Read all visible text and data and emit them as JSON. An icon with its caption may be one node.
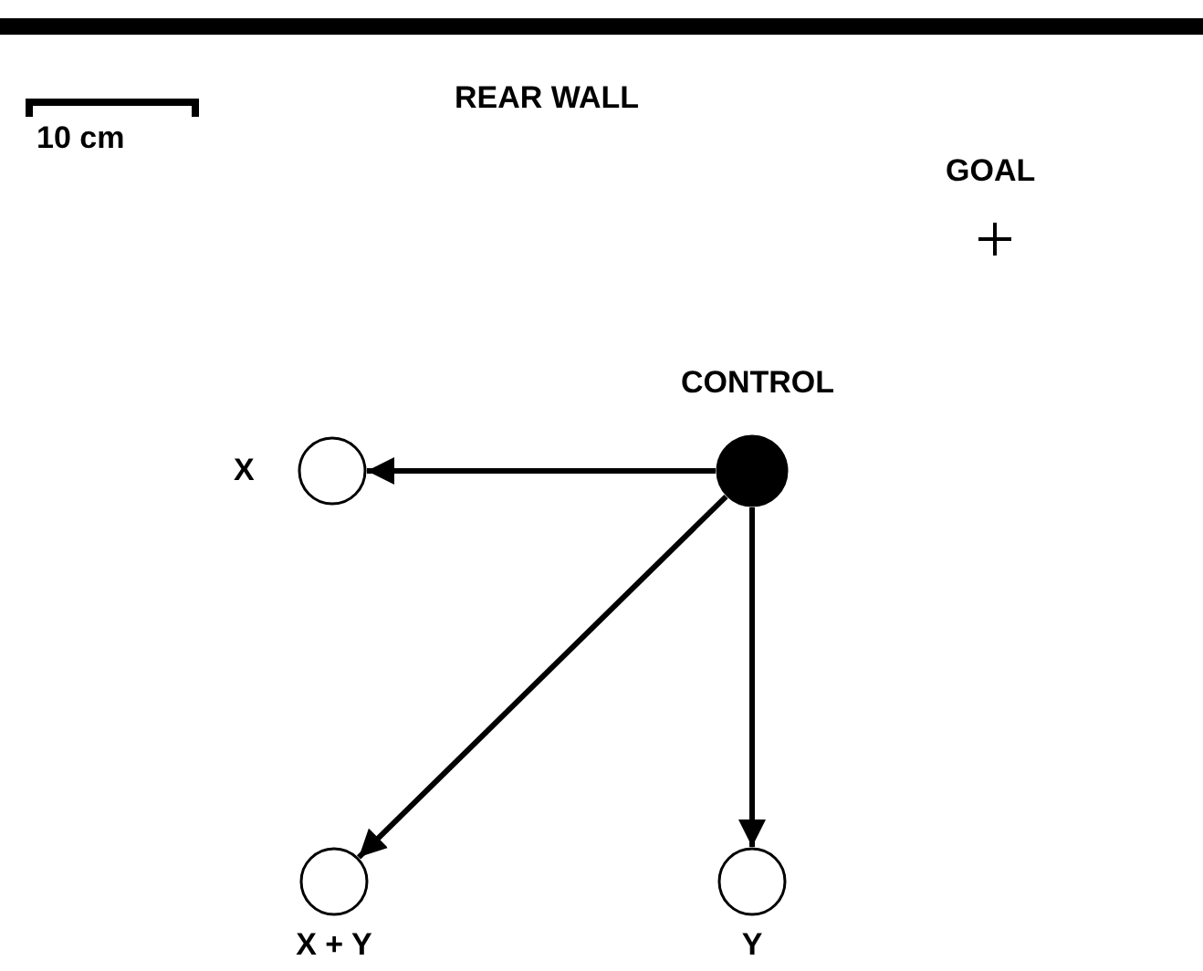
{
  "diagram": {
    "nodes": [
      {
        "text": [
          "CONTROL"
        ]
      },
      {
        "text": [
          "X"
        ]
      },
      {
        "text": [
          "X + Y"
        ]
      },
      {
        "text": [
          "Y"
        ]
      }
    ],
    "edges": [
      {
        "from": 0,
        "to": 1,
        "arrow": "to"
      },
      {
        "from": 0,
        "to": 2,
        "arrow": "to"
      },
      {
        "from": 0,
        "to": 3,
        "arrow": "to"
      }
    ],
    "labels": [
      "REAR WALL",
      "10 cm",
      "GOAL"
    ]
  }
}
